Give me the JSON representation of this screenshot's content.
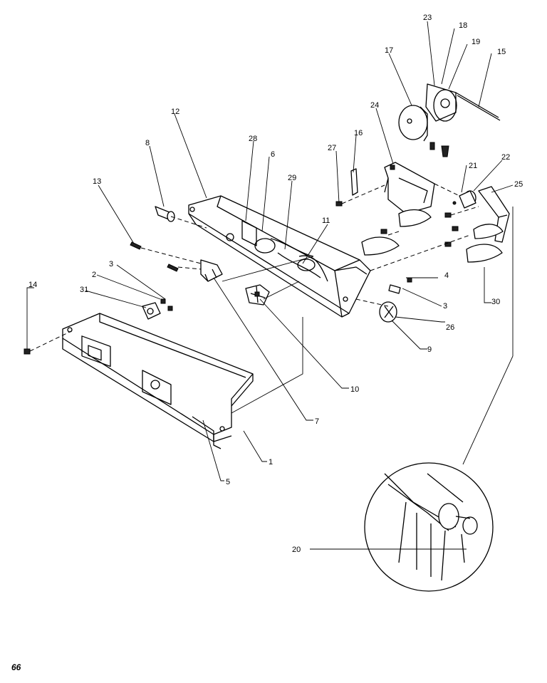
{
  "page_number": "66",
  "callouts": {
    "c1": "1",
    "c2": "2",
    "c3a": "3",
    "c3b": "3",
    "c4": "4",
    "c5": "5",
    "c6": "6",
    "c7": "7",
    "c8": "8",
    "c9": "9",
    "c10": "10",
    "c11": "11",
    "c12": "12",
    "c13": "13",
    "c14": "14",
    "c15": "15",
    "c16": "16",
    "c17": "17",
    "c18": "18",
    "c19": "19",
    "c20": "20",
    "c21": "21",
    "c22": "22",
    "c23": "23",
    "c24": "24",
    "c25": "25",
    "c26": "26",
    "c27": "27",
    "c28": "28",
    "c29": "29",
    "c30": "30",
    "c31": "31"
  }
}
